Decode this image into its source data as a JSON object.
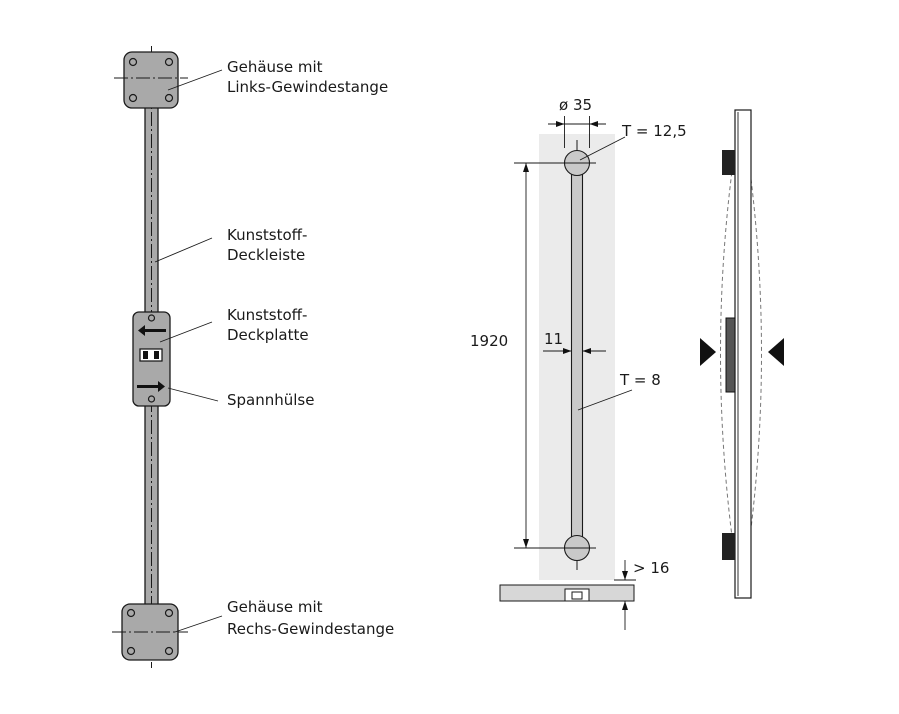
{
  "labels": {
    "housing_top": [
      "Gehäuse mit",
      "Links-Gewindestange"
    ],
    "cover_strip": [
      "Kunststoff-",
      "Deckleiste"
    ],
    "cover_plate": [
      "Kunststoff-",
      "Deckplatte"
    ],
    "tension_sleeve": "Spannhülse",
    "housing_bottom": [
      "Gehäuse mit",
      "Rechs-Gewindestange"
    ]
  },
  "dimensions": {
    "diameter": "ø 35",
    "t_top": "T = 12,5",
    "length": "1920",
    "width": "11",
    "t_mid": "T = 8",
    "gap": "> 16"
  },
  "colors": {
    "part_fill": "#a9a9a9",
    "panel_fill": "#ebebeb",
    "line": "#1a1a1a"
  }
}
